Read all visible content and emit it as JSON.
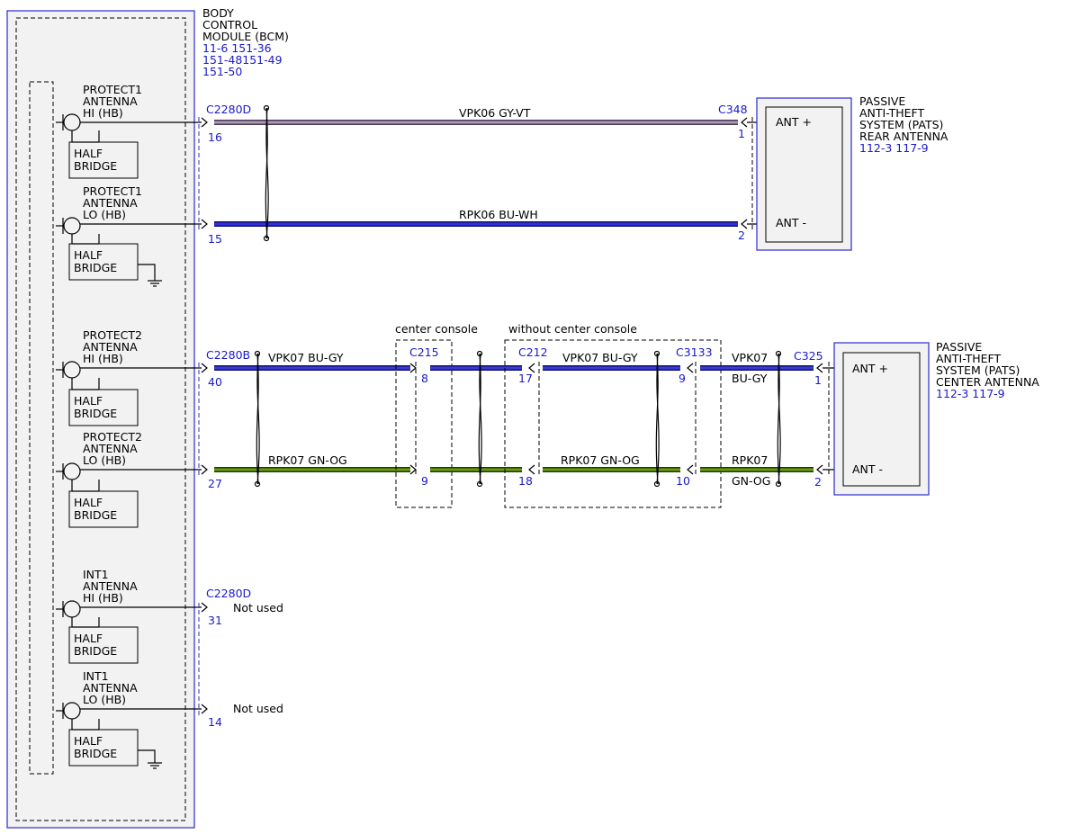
{
  "bcm": {
    "title_lines": [
      "BODY",
      "CONTROL",
      "MODULE (BCM)"
    ],
    "ref_lines": [
      "11-6   151-36",
      "151-48151-49",
      "151-50"
    ]
  },
  "bcm_circuits": [
    {
      "label_lines": [
        "PROTECT1",
        "ANTENNA",
        "HI (HB)"
      ],
      "bridge": [
        "HALF",
        "BRIDGE"
      ],
      "connector": "C2280D",
      "pin": "16"
    },
    {
      "label_lines": [
        "PROTECT1",
        "ANTENNA",
        "LO (HB)"
      ],
      "bridge": [
        "HALF",
        "BRIDGE"
      ],
      "connector": "",
      "pin": "15"
    },
    {
      "label_lines": [
        "PROTECT2",
        "ANTENNA",
        "HI (HB)"
      ],
      "bridge": [
        "HALF",
        "BRIDGE"
      ],
      "connector": "C2280B",
      "pin": "40"
    },
    {
      "label_lines": [
        "PROTECT2",
        "ANTENNA",
        "LO (HB)"
      ],
      "bridge": [
        "HALF",
        "BRIDGE"
      ],
      "connector": "",
      "pin": "27"
    },
    {
      "label_lines": [
        "INT1",
        "ANTENNA",
        "HI (HB)"
      ],
      "bridge": [
        "HALF",
        "BRIDGE"
      ],
      "connector": "C2280D",
      "pin": "31",
      "note": "Not used"
    },
    {
      "label_lines": [
        "INT1",
        "ANTENNA",
        "LO (HB)"
      ],
      "bridge": [
        "HALF",
        "BRIDGE"
      ],
      "connector": "",
      "pin": "14",
      "note": "Not used"
    }
  ],
  "rear_antenna": {
    "title_lines": [
      "PASSIVE",
      "ANTI-THEFT",
      "SYSTEM (PATS)",
      "REAR ANTENNA"
    ],
    "ref": "112-3 117-9",
    "connector": "C348",
    "pins": [
      "1",
      "2"
    ],
    "terminals": [
      "ANT +",
      "ANT -"
    ]
  },
  "center_antenna": {
    "title_lines": [
      "PASSIVE",
      "ANTI-THEFT",
      "SYSTEM (PATS)",
      "CENTER ANTENNA"
    ],
    "ref": "112-3 117-9",
    "connector": "C325",
    "pins": [
      "1",
      "2"
    ],
    "terminals": [
      "ANT +",
      "ANT -"
    ]
  },
  "wires": {
    "vpk06": "VPK06  GY-VT",
    "rpk06": "RPK06  BU-WH",
    "vpk07_a": "VPK07  BU-GY",
    "rpk07_a": "RPK07  GN-OG",
    "vpk07_b": "VPK07   BU-GY",
    "rpk07_b": "RPK07   GN-OG",
    "vpk07_c1": "VPK07",
    "vpk07_c2": "BU-GY",
    "rpk07_c1": "RPK07",
    "rpk07_c2": "GN-OG"
  },
  "center_console": {
    "label": "center console",
    "connector": "C215",
    "pins": [
      "8",
      "9"
    ]
  },
  "without_center_console": {
    "label": "without center console",
    "connector_left": "C212",
    "pins_left": [
      "17",
      "18"
    ],
    "connector_right": "C3133",
    "pins_right": [
      "9",
      "10"
    ]
  },
  "colors": {
    "gy_vt": "#9a8aa0",
    "bu_wh": "#2a2ad8",
    "bu_gy": "#2a2ad8",
    "gn_og": "#5a8a10"
  }
}
